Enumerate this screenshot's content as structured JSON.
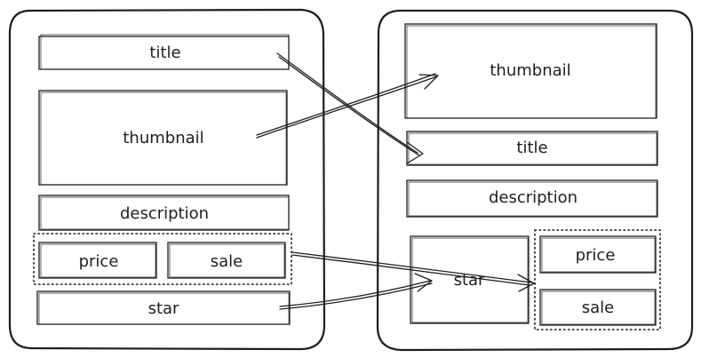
{
  "left_card": {
    "title": "title",
    "thumbnail": "thumbnail",
    "description": "description",
    "price": "price",
    "sale": "sale",
    "star": "star"
  },
  "right_card": {
    "thumbnail": "thumbnail",
    "title": "title",
    "description": "description",
    "star": "star",
    "price": "price",
    "sale": "sale"
  }
}
